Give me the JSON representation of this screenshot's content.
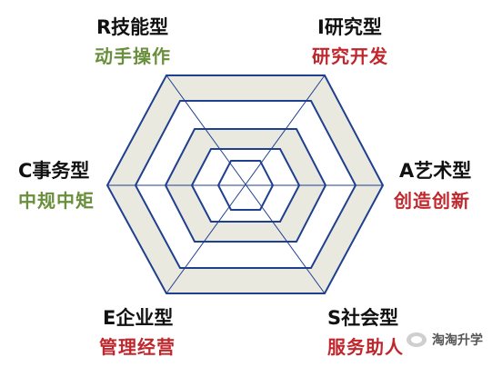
{
  "types": [
    {
      "key": "R",
      "title": "R技能型",
      "subtitle": "动手操作",
      "color": "#6a8f3c"
    },
    {
      "key": "I",
      "title": "I研究型",
      "subtitle": "研究开发",
      "color": "#c0272d"
    },
    {
      "key": "A",
      "title": "A艺术型",
      "subtitle": "创造创新",
      "color": "#c0272d"
    },
    {
      "key": "S",
      "title": "S社会型",
      "subtitle": "服务助人",
      "color": "#c0272d"
    },
    {
      "key": "E",
      "title": "E企业型",
      "subtitle": "管理经营",
      "color": "#c0272d"
    },
    {
      "key": "C",
      "title": "C事务型",
      "subtitle": "中规中矩",
      "color": "#6a8f3c"
    }
  ],
  "watermark": {
    "text": "淘淘升学"
  },
  "colors": {
    "line": "#1f3f8f",
    "ring_fill": "#eae9e0",
    "background": "#ffffff"
  }
}
